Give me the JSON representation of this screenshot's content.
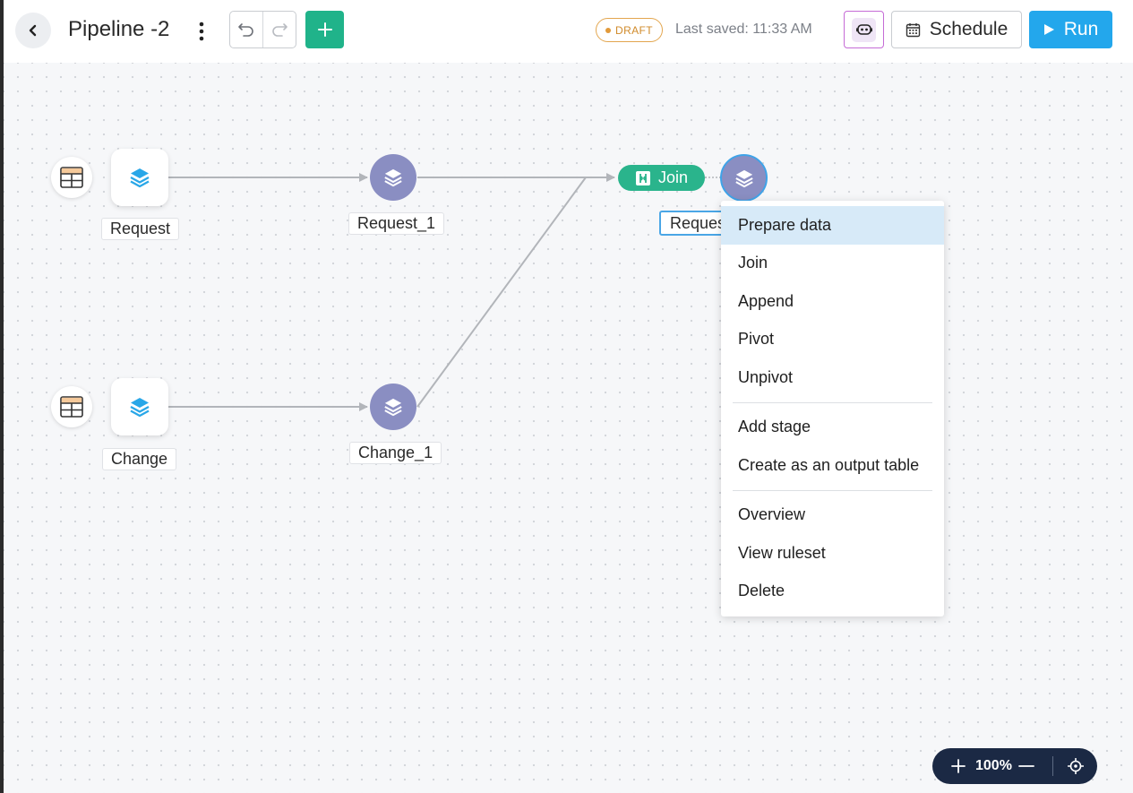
{
  "header": {
    "title": "Pipeline -2",
    "draft_badge": "DRAFT",
    "last_saved": "Last saved: 11:33 AM",
    "schedule_label": "Schedule",
    "run_label": "Run",
    "icons": {
      "back": "chevron-left-icon",
      "more": "vertical-ellipsis-icon",
      "undo": "undo-icon",
      "redo": "redo-icon",
      "add": "plus-icon",
      "ai": "robot-assistant-icon",
      "schedule": "calendar-icon",
      "run": "play-icon"
    },
    "colors": {
      "add_button": "#20b38a",
      "run_button": "#23a7ec",
      "draft": "#e29a3a"
    }
  },
  "canvas": {
    "nodes": [
      {
        "id": "request",
        "label": "Request",
        "kind": "source-table"
      },
      {
        "id": "change",
        "label": "Change",
        "kind": "source-table"
      },
      {
        "id": "request_1",
        "label": "Request_1",
        "kind": "stage"
      },
      {
        "id": "change_1",
        "label": "Change_1",
        "kind": "stage"
      },
      {
        "id": "join",
        "label": "Join",
        "kind": "join"
      },
      {
        "id": "request_join",
        "label": "Request_Join",
        "kind": "stage",
        "selected": true
      }
    ],
    "colors": {
      "stage_node": "#8a8ec2",
      "join_pill": "#2ab48c",
      "selection": "#3fa3e8"
    }
  },
  "context_menu": {
    "groups": [
      [
        {
          "label": "Prepare data",
          "highlighted": true
        },
        {
          "label": "Join"
        },
        {
          "label": "Append"
        },
        {
          "label": "Pivot"
        },
        {
          "label": "Unpivot"
        }
      ],
      [
        {
          "label": "Add stage"
        },
        {
          "label": "Create as an output table"
        }
      ],
      [
        {
          "label": "Overview"
        },
        {
          "label": "View ruleset"
        },
        {
          "label": "Delete"
        }
      ]
    ]
  },
  "zoom": {
    "level": "100%",
    "icons": {
      "zoom_in": "plus-icon",
      "zoom_out": "minus-icon",
      "recenter": "crosshair-icon"
    }
  }
}
